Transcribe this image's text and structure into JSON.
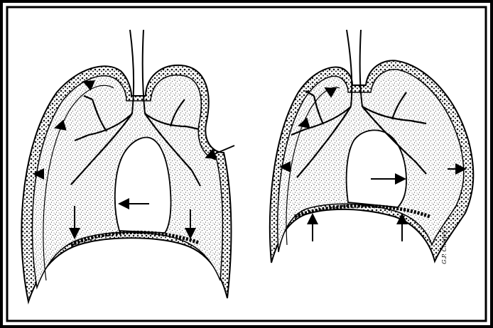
{
  "figure": {
    "panels": [
      {
        "id": "left-lung-diagram"
      },
      {
        "id": "right-lung-diagram"
      }
    ],
    "signature_text": "G.P. Cheney",
    "colors": {
      "ink": "#000000",
      "paper": "#ffffff",
      "stipple": "#6b6b6b"
    }
  }
}
